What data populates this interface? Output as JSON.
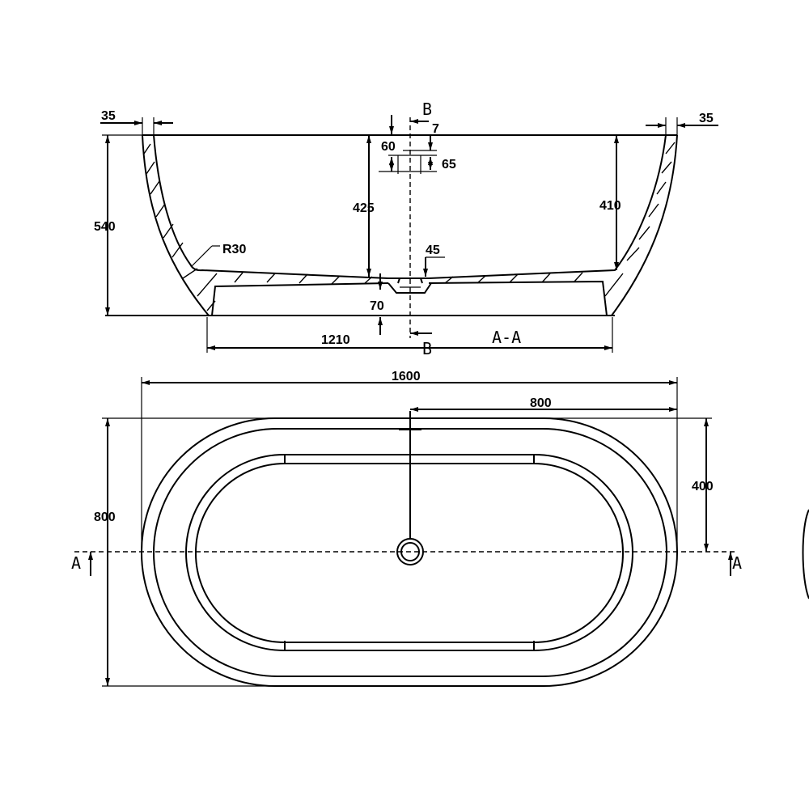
{
  "section_view": {
    "dims": {
      "rim_left": "35",
      "rim_right": "35",
      "height_total": "540",
      "depth_center": "425",
      "depth_right": "410",
      "overflow_offset": "7",
      "overflow_height": "60",
      "overflow_width": "65",
      "fillet_radius": "R30",
      "drain_width": "45",
      "drain_height": "70",
      "base_length": "1210"
    },
    "cut_label": "B",
    "cut_label_bottom": "B",
    "section_title": "A-A"
  },
  "plan_view": {
    "dims": {
      "length": "1600",
      "half_length": "800",
      "width": "800",
      "half_width": "400"
    },
    "cut_label_left": "A",
    "cut_label_right": "A"
  }
}
